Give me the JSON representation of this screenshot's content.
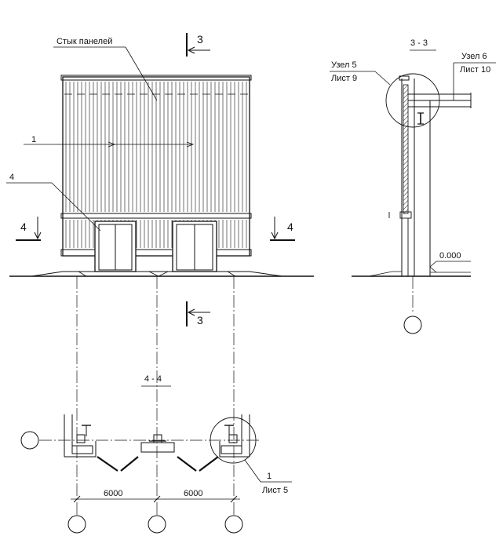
{
  "elevation": {
    "panel_joint_label": "Стык панелей",
    "callout_1": "1",
    "callout_4": "4",
    "section_3_top": "3",
    "section_3_bottom": "3",
    "section_4_left": "4",
    "section_4_right": "4"
  },
  "section_3_3": {
    "title": "3 - 3",
    "node_5": "Узел 5",
    "sheet_9": "Лист 9",
    "node_6": "Узел 6",
    "sheet_10": "Лист 10",
    "level_mark": "0.000"
  },
  "plan_4_4": {
    "title": "4 - 4",
    "dim_left": "6000",
    "dim_right": "6000",
    "node_callout": "1",
    "node_sheet": "Лист 5"
  }
}
